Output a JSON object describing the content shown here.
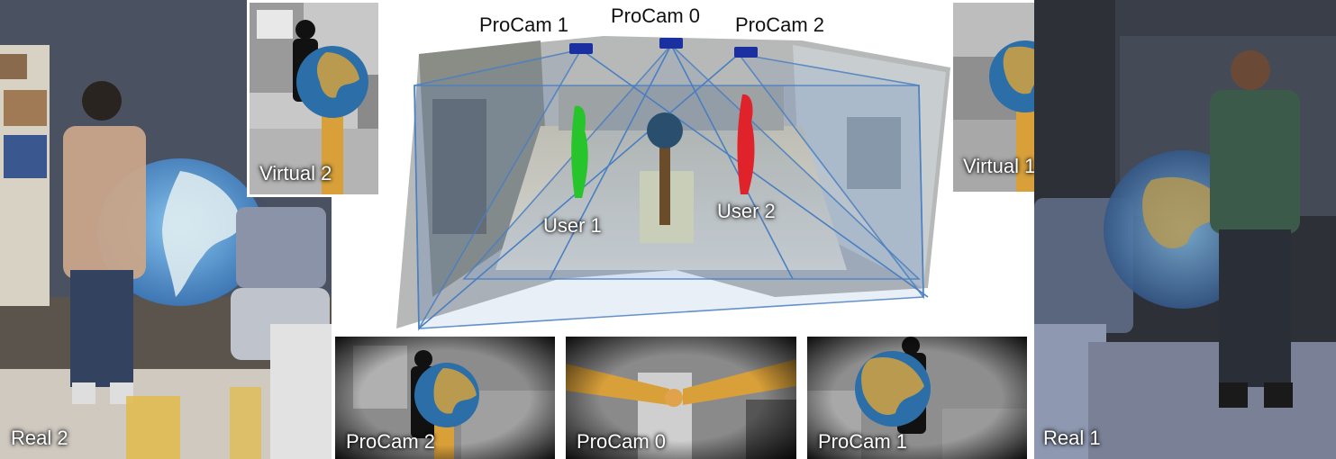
{
  "colors": {
    "frustum": "#4a7fc0",
    "user1": "#27c42b",
    "user2": "#e0232a",
    "pole": "#d9a03a",
    "globe_ocean": "#2c6fa8",
    "globe_land": "#b99a4f"
  },
  "scene": {
    "procam_labels": [
      "ProCam 1",
      "ProCam 0",
      "ProCam 2"
    ],
    "user_labels": [
      "User 1",
      "User 2"
    ]
  },
  "panels": {
    "real2": "Real 2",
    "virtual2": "Virtual 2",
    "virtual1": "Virtual 1",
    "real1": "Real 1",
    "procam2_view": "ProCam 2",
    "procam0_view": "ProCam 0",
    "procam1_view": "ProCam 1"
  },
  "icons": [
    "projector-camera-icon",
    "globe-icon",
    "person-silhouette-icon"
  ]
}
